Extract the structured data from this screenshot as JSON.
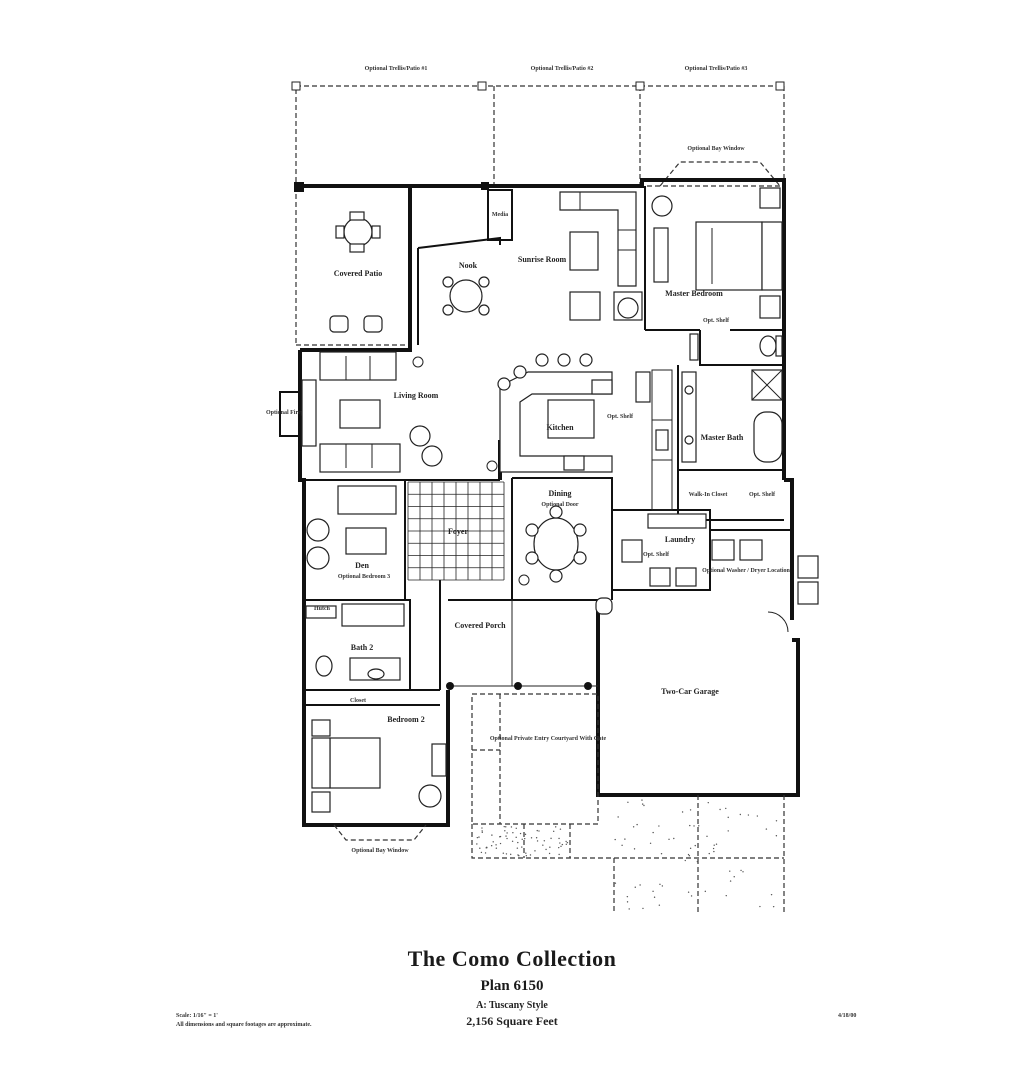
{
  "title": "The Como Collection",
  "plan": "Plan 6150",
  "style": "A: Tuscany Style",
  "area": "2,156 Square Feet",
  "scale_note": "Scale: 1/16\" = 1'",
  "dimension_note": "All dimensions and square footages are approximate.",
  "date": "4/18/00",
  "rooms": {
    "optional_trellis_1": "Optional Trellis/Patio #1",
    "optional_trellis_2": "Optional Trellis/Patio #2",
    "optional_trellis_3": "Optional Trellis/Patio #3",
    "optional_bay_window_master": "Optional Bay Window",
    "covered_patio": "Covered Patio",
    "media": "Media",
    "nook": "Nook",
    "sunrise_room": "Sunrise Room",
    "master_bedroom": "Master Bedroom",
    "living_room": "Living Room",
    "optional_fireplace": "Optional Fireplace",
    "kitchen": "Kitchen",
    "master_bath": "Master Bath",
    "den": "Den",
    "den_optional": "Optional Bedroom 3",
    "foyer": "Foyer",
    "dining": "Dining",
    "dining_optional": "Optional Door",
    "laundry": "Laundry",
    "optional_washer": "Optional Washer / Dryer Location",
    "bath2": "Bath 2",
    "hutch": "Hutch",
    "covered_porch": "Covered Porch",
    "two_car_garage": "Two-Car Garage",
    "closet": "Closet",
    "bedroom2": "Bedroom 2",
    "optional_private_entry": "Optional Private Entry Courtyard With Gate",
    "optional_bay_window_bed2": "Optional Bay Window",
    "walkin_closet": "Walk-In Closet",
    "opt_shelf": "Opt. Shelf"
  }
}
